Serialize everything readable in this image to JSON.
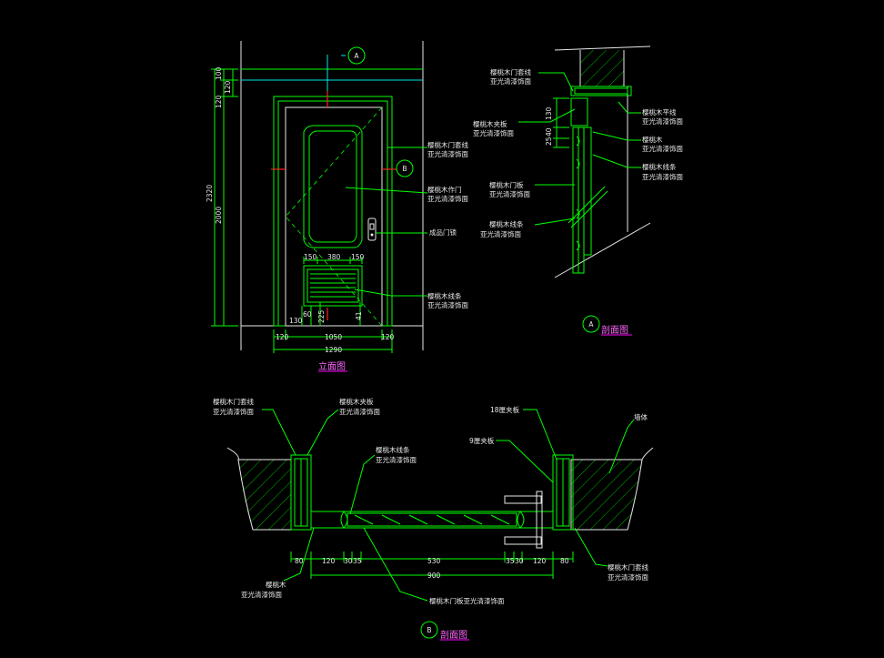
{
  "colors": {
    "background": "#000000",
    "line": "#00ff00",
    "text": "#e8e8e8",
    "title": "#ff66ff",
    "axis": "#ff2222",
    "cyan": "#00e5e5"
  },
  "elevation": {
    "title": "立面图",
    "bubble_a": "A",
    "bubble_b": "B",
    "labels": {
      "frame": [
        "樱桃木门套线",
        "亚光清漆饰面"
      ],
      "leaf": [
        "樱桃木作门",
        "亚光清漆饰面"
      ],
      "lock": "成品门锁",
      "louver": [
        "樱桃木线条",
        "亚光清漆饰面"
      ]
    },
    "dims": {
      "total_h": "2320",
      "door_h": "2000",
      "top1": "100",
      "top2": "120",
      "top3": "120",
      "w150a": "150",
      "w380": "380",
      "w150b": "150",
      "b130": "130",
      "b60": "60",
      "b225": "225",
      "b41": "41",
      "bottom_120a": "120",
      "bottom_1050": "1050",
      "bottom_120b": "120",
      "bottom_1290": "1290"
    }
  },
  "section_a": {
    "title": "剖面图",
    "bubble": "A",
    "labels": {
      "l1": [
        "樱桃木门套线",
        "亚光清漆饰面"
      ],
      "l2": [
        "樱桃木夹板",
        "亚光清漆饰面"
      ],
      "l3": [
        "樱桃木门板",
        "亚光清漆饰面"
      ],
      "l4": [
        "樱桃木线条",
        "亚光清漆饰面"
      ],
      "r1": [
        "樱桃木平线",
        "亚光清漆饰面"
      ],
      "r2": [
        "樱桃木",
        "亚光清漆饰面"
      ],
      "r3": [
        "樱桃木线条",
        "亚光清漆饰面"
      ]
    },
    "dims": {
      "d130": "130",
      "d40": "40",
      "d25": "25"
    }
  },
  "section_b": {
    "title": "剖面图",
    "bubble": "B",
    "labels": {
      "tl1": [
        "樱桃木门套线",
        "亚光清漆饰面"
      ],
      "tl2": [
        "樱桃木夹板",
        "亚光清漆饰面"
      ],
      "tm": [
        "樱桃木线条",
        "亚光清漆饰面"
      ],
      "t18": "18厘夹板",
      "t9": "9厘夹板",
      "wall": "墙体",
      "bl": [
        "樱桃木",
        "亚光清漆饰面"
      ],
      "bm": "樱桃木门板亚光清漆饰面",
      "br": [
        "樱桃木门套线",
        "亚光清漆饰面"
      ]
    },
    "dims": {
      "d80a": "80",
      "d120a": "120",
      "d30": "30",
      "d35a": "35",
      "d530": "530",
      "d35b": "35",
      "d30b": "30",
      "d120b": "120",
      "d80b": "80",
      "d900": "900"
    }
  }
}
